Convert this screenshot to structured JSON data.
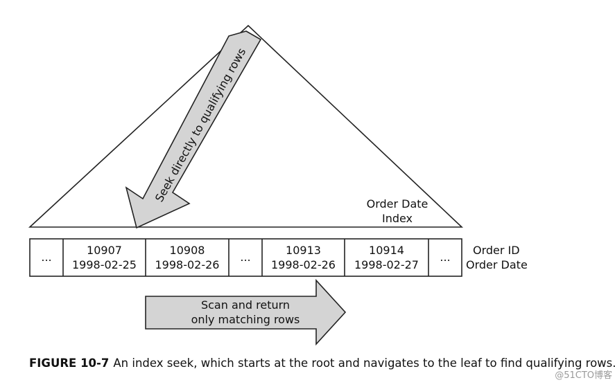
{
  "diagram": {
    "seek_label": "Seek directly to qualifying rows",
    "index_name_line1": "Order Date",
    "index_name_line2": "Index",
    "leaf_cells": [
      {
        "type": "ellipsis",
        "text": "..."
      },
      {
        "type": "row",
        "order_id": "10907",
        "order_date": "1998-02-25"
      },
      {
        "type": "row",
        "order_id": "10908",
        "order_date": "1998-02-26"
      },
      {
        "type": "ellipsis",
        "text": "..."
      },
      {
        "type": "row",
        "order_id": "10913",
        "order_date": "1998-02-26"
      },
      {
        "type": "row",
        "order_id": "10914",
        "order_date": "1998-02-27"
      },
      {
        "type": "ellipsis",
        "text": "..."
      }
    ],
    "row_legend_line1": "Order ID",
    "row_legend_line2": "Order Date",
    "scan_label_line1": "Scan and return",
    "scan_label_line2": "only matching rows",
    "colors": {
      "arrow_fill": "#d4d4d4",
      "stroke": "#222222"
    }
  },
  "caption": {
    "figure_number": "FIGURE 10-7",
    "text": "An index seek, which starts at the root and navigates to the leaf to find qualifying rows."
  },
  "watermark": "@51CTO博客"
}
